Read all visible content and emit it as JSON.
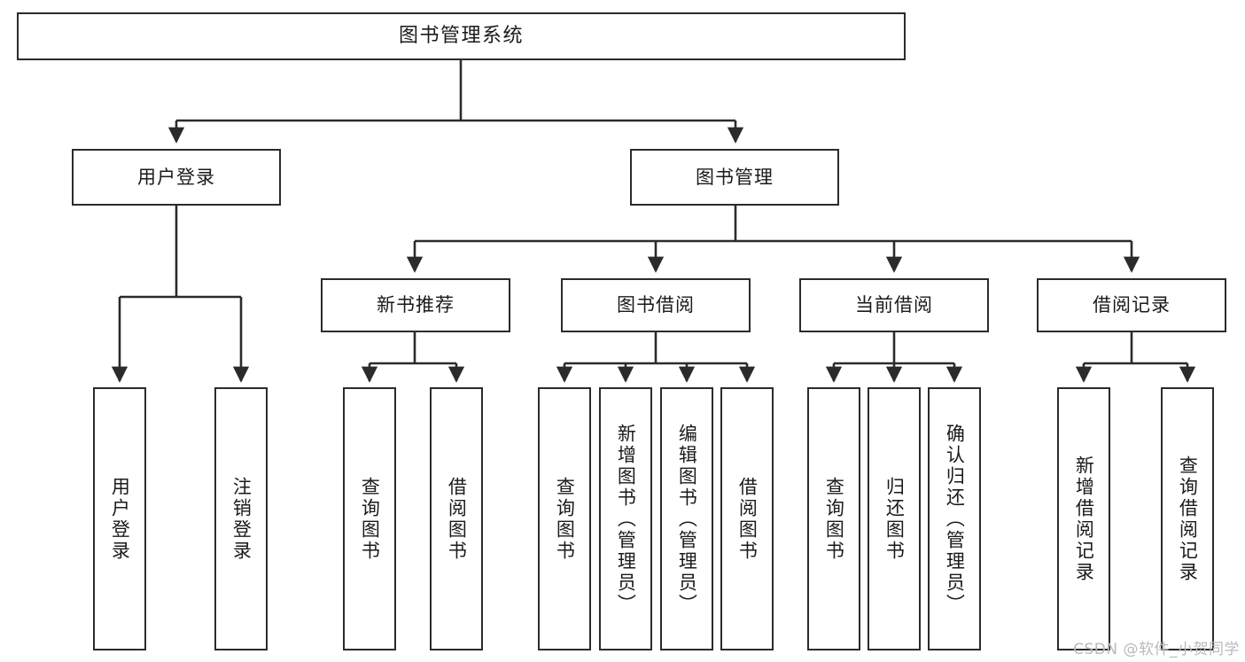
{
  "diagram": {
    "title": "图书管理系统",
    "type": "tree",
    "orientation": "top-down",
    "colors": {
      "box_border": "#2b2b2b",
      "box_fill": "#ffffff",
      "edge": "#2b2b2b",
      "text": "#1a1a1a",
      "watermark": "#b9b9b9",
      "background": "#ffffff"
    },
    "nodes": {
      "root": {
        "label": "图书管理系统"
      },
      "level2": [
        {
          "id": "user-login",
          "label": "用户登录"
        },
        {
          "id": "book-manage",
          "label": "图书管理"
        }
      ],
      "level3": [
        {
          "id": "new-book-recommend",
          "label": "新书推荐"
        },
        {
          "id": "book-borrow",
          "label": "图书借阅"
        },
        {
          "id": "current-borrow",
          "label": "当前借阅"
        },
        {
          "id": "borrow-record",
          "label": "借阅记录"
        }
      ],
      "leaves": {
        "user-login": [
          {
            "id": "leaf-user-login",
            "label": "用户登录"
          },
          {
            "id": "leaf-logout-login",
            "label": "注销登录"
          }
        ],
        "new-book-recommend": [
          {
            "id": "leaf-query-book-1",
            "label": "查询图书"
          },
          {
            "id": "leaf-borrow-book-1",
            "label": "借阅图书"
          }
        ],
        "book-borrow": [
          {
            "id": "leaf-query-book-2",
            "label": "查询图书"
          },
          {
            "id": "leaf-add-book",
            "label": "新增图书（管理员）"
          },
          {
            "id": "leaf-edit-book",
            "label": "编辑图书（管理员）"
          },
          {
            "id": "leaf-borrow-book-2",
            "label": "借阅图书"
          }
        ],
        "current-borrow": [
          {
            "id": "leaf-query-book-3",
            "label": "查询图书"
          },
          {
            "id": "leaf-return-book",
            "label": "归还图书"
          },
          {
            "id": "leaf-confirm-return",
            "label": "确认归还（管理员）"
          }
        ],
        "borrow-record": [
          {
            "id": "leaf-add-record",
            "label": "新增借阅记录"
          },
          {
            "id": "leaf-query-record",
            "label": "查询借阅记录"
          }
        ]
      }
    },
    "watermark": "CSDN @软件_小贺同学"
  }
}
